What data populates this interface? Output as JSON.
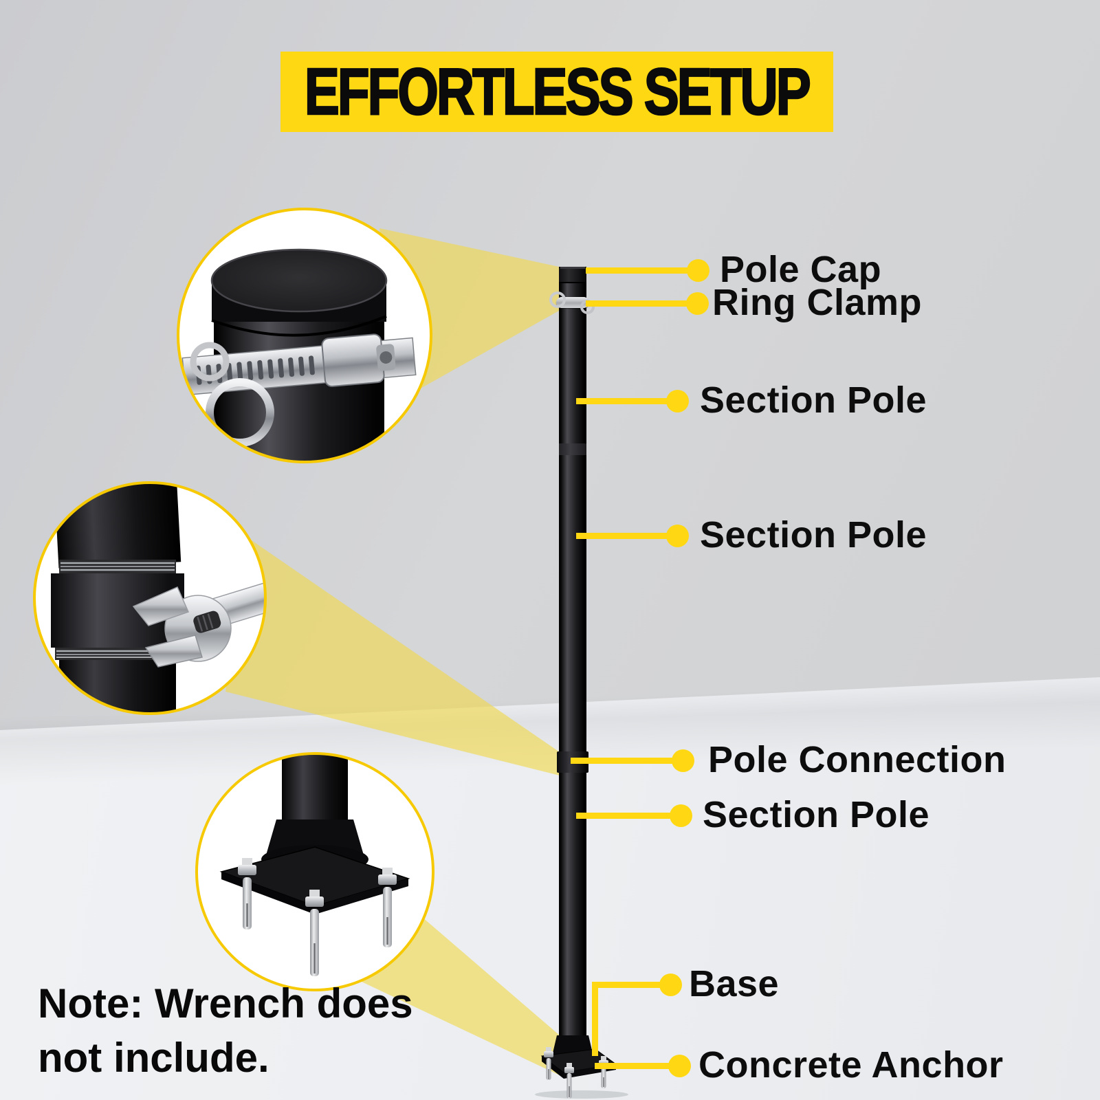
{
  "title": "EFFORTLESS SETUP",
  "labels": {
    "pole_cap": "Pole Cap",
    "ring_clamp": "Ring Clamp",
    "section_pole_top": "Section Pole",
    "section_pole_mid": "Section Pole",
    "pole_connection": "Pole Connection",
    "section_pole_bottom": "Section Pole",
    "base": "Base",
    "concrete_anchor": "Concrete Anchor"
  },
  "note": {
    "line1": "Note: Wrench does",
    "line2": "not include."
  },
  "colors": {
    "accent_yellow": "#FFD813",
    "beam_yellow": "#F0D84A",
    "title_bg": "#FFD814",
    "circle_border": "#F6C900",
    "label_text": "#0D0D0D"
  }
}
